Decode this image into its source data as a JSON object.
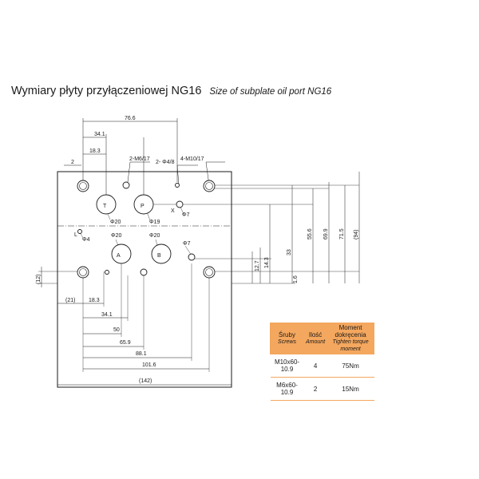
{
  "title": {
    "main": "Wymiary płyty przyłączeniowej NG16",
    "sub": "Size of subplate oil port NG16"
  },
  "drawing": {
    "top_dims": {
      "d766": "76.6",
      "d341": "34.1",
      "d183": "18.3",
      "d2": "2"
    },
    "callouts": {
      "m6": "2-M6/17",
      "d48": "2- Φ4/8",
      "m10": "4-M10/17"
    },
    "ports": {
      "T": "T",
      "P": "P",
      "X": "X",
      "L": "L",
      "A": "A",
      "B": "B"
    },
    "diameters": {
      "t": "Φ20",
      "p": "Φ19",
      "x": "Φ7",
      "l": "Φ4",
      "a": "Φ20",
      "b": "Φ20",
      "y": "Φ7"
    },
    "right_dims": {
      "d946": "(94)",
      "d715": "71.5",
      "d699": "69.9",
      "d556": "55.6",
      "d33": "33",
      "d143": "14.3",
      "d127": "12.7",
      "d16": "1.6"
    },
    "left_dims": {
      "d12": "(12)"
    },
    "bottom_dims": {
      "d21": "(21)",
      "d183b": "18.3",
      "d341b": "34.1",
      "d50": "50",
      "d659": "65.9",
      "d881": "88.1",
      "d1016": "101.6",
      "d142": "(142)"
    }
  },
  "table": {
    "headers": [
      {
        "main": "Śruby",
        "sub": "Screws"
      },
      {
        "main": "Ilość",
        "sub": "Amount"
      },
      {
        "main": "Moment dokręcenia",
        "sub": "Tighten torque moment"
      }
    ],
    "rows": [
      [
        "M10x60-10.9",
        "4",
        "75Nm"
      ],
      [
        "M6x60-10.9",
        "2",
        "15Nm"
      ]
    ],
    "header_color": "#f4a75e"
  }
}
